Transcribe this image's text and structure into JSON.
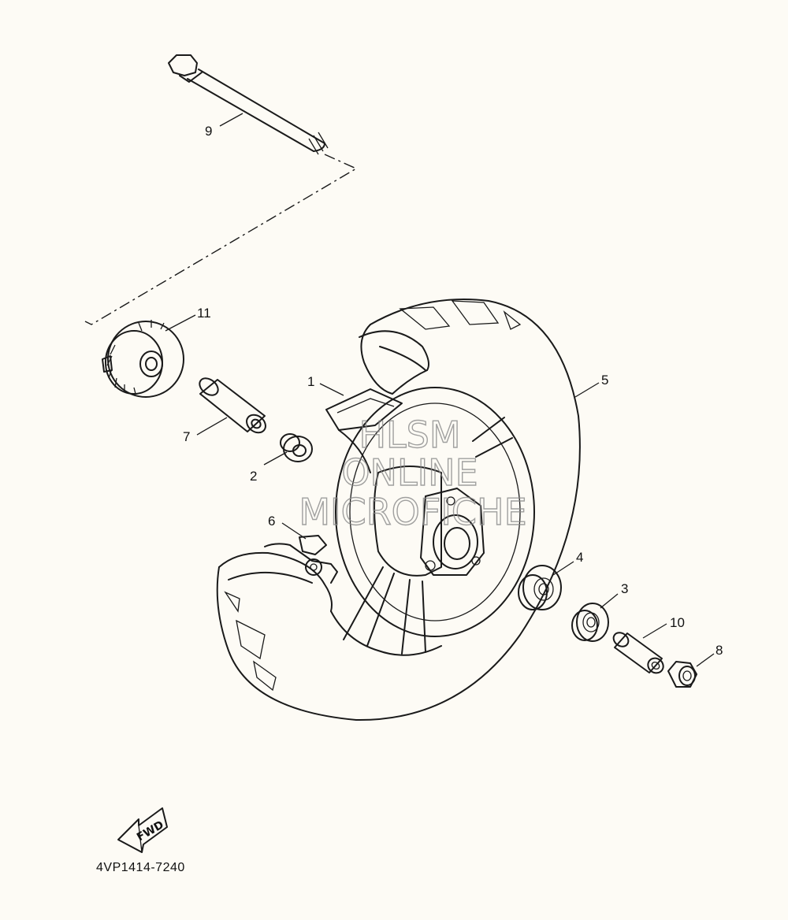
{
  "diagram": {
    "callouts": [
      "1",
      "2",
      "3",
      "4",
      "5",
      "6",
      "7",
      "8",
      "9",
      "10",
      "11"
    ],
    "watermark": [
      "HLSM",
      "ONLINE",
      "MICROFICHE"
    ],
    "direction_label": "FWD",
    "drawing_number": "4VP1414-7240"
  }
}
